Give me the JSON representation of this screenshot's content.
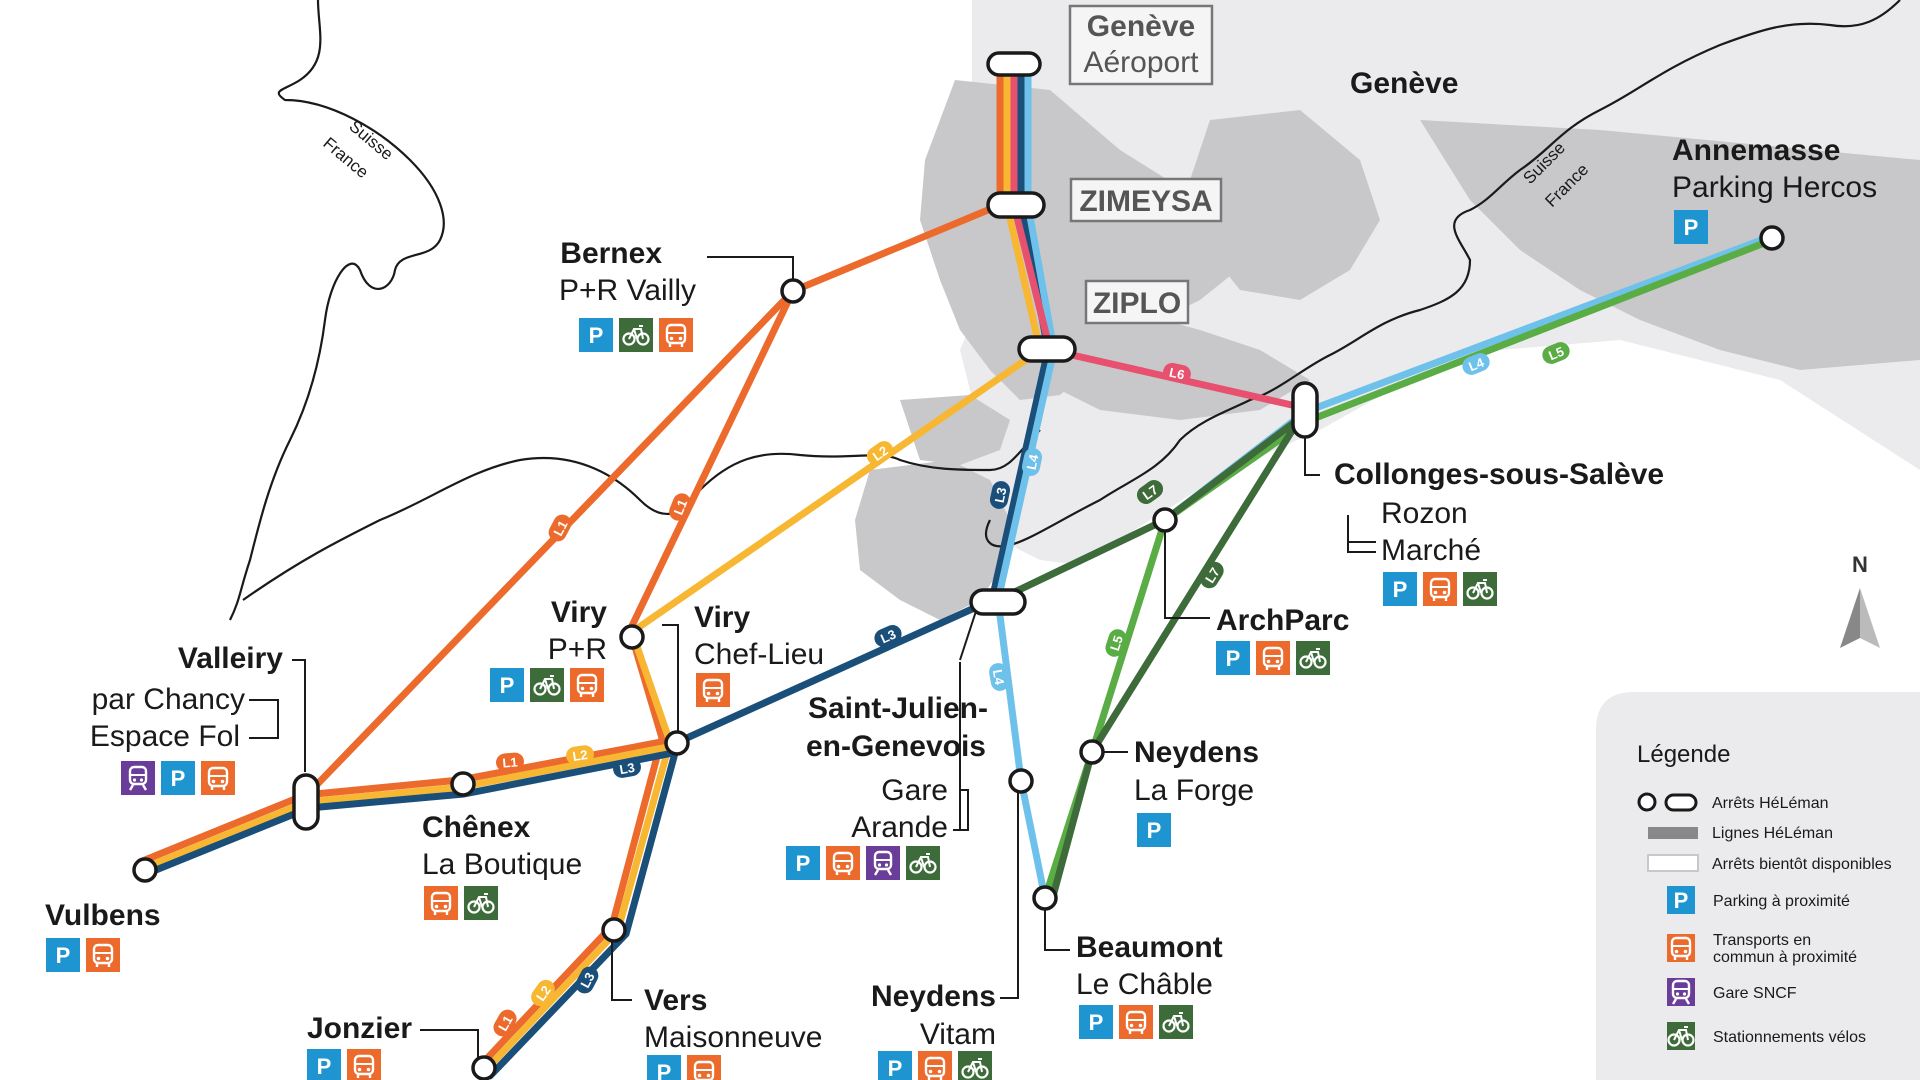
{
  "colors": {
    "L1": "#ec6a2c",
    "L2": "#f7b733",
    "L3": "#1a4f7a",
    "L4": "#6ec1ea",
    "L5": "#5aac44",
    "L6": "#e8506f",
    "L7": "#3e6b3a",
    "parking": "#1e95d1",
    "transport": "#ec6a2c",
    "sncf": "#6a3d9a",
    "bike": "#3e6b3a",
    "land_swiss": "#ebebed",
    "urban": "#c8c8ca"
  },
  "regions": {
    "geneve": "Genève"
  },
  "border_labels": {
    "suisse": "Suisse",
    "france": "France"
  },
  "future_stops": {
    "geneve_aeroport_1": "Genève",
    "geneve_aeroport_2": "Aéroport",
    "zimeysa": "ZIMEYSA",
    "ziplo": "ZIPLO"
  },
  "line_tags": {
    "L1": "L1",
    "L2": "L2",
    "L3": "L3",
    "L4": "L4",
    "L5": "L5",
    "L6": "L6",
    "L7": "L7"
  },
  "stations": {
    "annemasse": {
      "name": "Annemasse",
      "sub": "Parking Hercos"
    },
    "bernex": {
      "name": "Bernex",
      "sub": "P+R Vailly"
    },
    "collonges": {
      "name": "Collonges-sous-Salève",
      "sub1": "Rozon",
      "sub2": "Marché"
    },
    "archparc": {
      "name": "ArchParc"
    },
    "viry_pr": {
      "name": "Viry",
      "sub": "P+R"
    },
    "viry_chef": {
      "name": "Viry",
      "sub": "Chef-Lieu"
    },
    "valleiry": {
      "name": "Valleiry",
      "sub1": "par Chancy",
      "sub2": "Espace Fol"
    },
    "saint_julien": {
      "name1": "Saint-Julien-",
      "name2": "en-Genevois",
      "sub1": "Gare",
      "sub2": "Arande"
    },
    "neydens_forge": {
      "name": "Neydens",
      "sub": "La Forge"
    },
    "chenex": {
      "name": "Chênex",
      "sub": "La Boutique"
    },
    "vulbens": {
      "name": "Vulbens"
    },
    "beaumont": {
      "name": "Beaumont",
      "sub": "Le Châble"
    },
    "jonzier": {
      "name": "Jonzier"
    },
    "vers": {
      "name": "Vers",
      "sub": "Maisonneuve"
    },
    "neydens_vitam": {
      "name": "Neydens",
      "sub": "Vitam"
    }
  },
  "compass": {
    "label": "N"
  },
  "legend": {
    "title": "Légende",
    "items": {
      "stops": "Arrêts HéLéman",
      "lines": "Lignes HéLéman",
      "future": "Arrêts bientôt disponibles",
      "parking": "Parking à proximité",
      "transport_1": "Transports en",
      "transport_2": "commun à proximité",
      "sncf": "Gare SNCF",
      "bikes": "Stationnements vélos"
    }
  },
  "icon_glyphs": {
    "parking": "P"
  }
}
